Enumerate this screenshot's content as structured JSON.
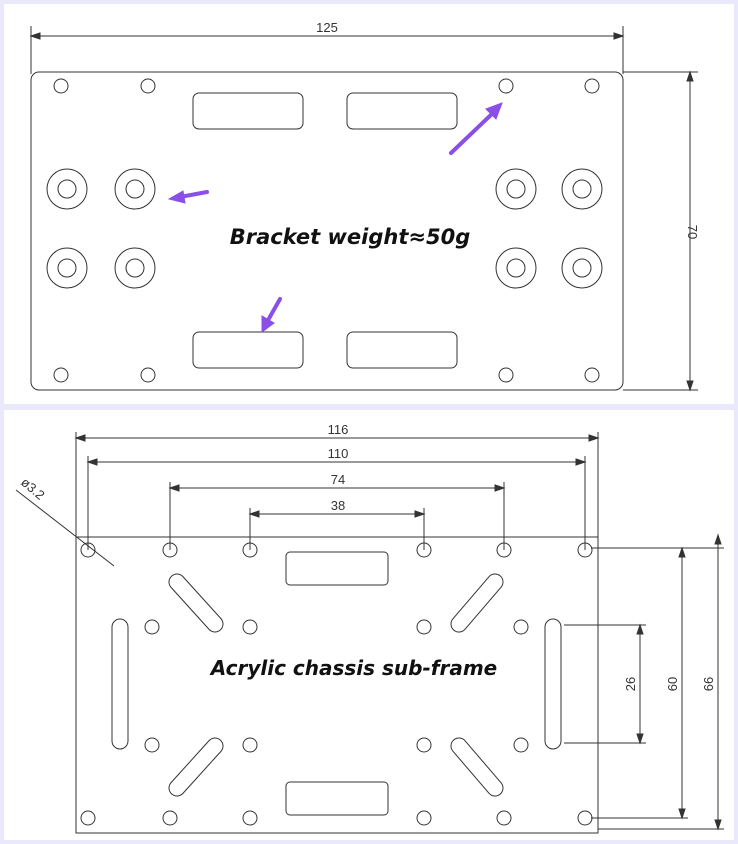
{
  "top_panel": {
    "caption": "Bracket weight≈50g",
    "dim_width": "125",
    "dim_height": "70",
    "arrow_color": "#8a4fe6"
  },
  "bottom_panel": {
    "caption": "Acrylic chassis sub-frame",
    "dim_116": "116",
    "dim_110": "110",
    "dim_74": "74",
    "dim_38": "38",
    "dim_hole": "ø3.2",
    "dim_26": "26",
    "dim_60": "60",
    "dim_66": "66"
  }
}
